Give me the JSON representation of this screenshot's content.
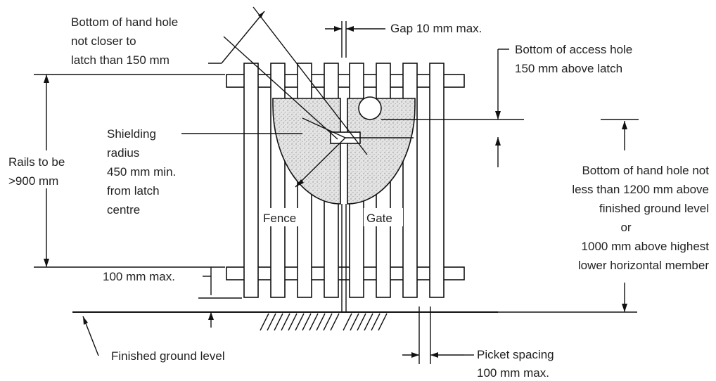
{
  "labels": {
    "hand_hole_latch_1": "Bottom of hand hole",
    "hand_hole_latch_2": "not closer to",
    "hand_hole_latch_3": "latch than 150 mm",
    "gap": "Gap 10 mm max.",
    "access_hole_1": "Bottom of access hole",
    "access_hole_2": "150 mm above latch",
    "shielding_1": "Shielding",
    "shielding_2": "radius",
    "shielding_3": "450 mm min.",
    "shielding_4": "from latch",
    "shielding_5": "centre",
    "rails_1": "Rails to be",
    "rails_2": ">900 mm",
    "fence": "Fence",
    "gate": "Gate",
    "hand_hole_ground_1": "Bottom of hand hole not",
    "hand_hole_ground_2": "less than 1200 mm above",
    "hand_hole_ground_3": "finished ground level",
    "hand_hole_ground_4": "or",
    "hand_hole_ground_5": "1000 mm above highest",
    "hand_hole_ground_6": "lower horizontal member",
    "bottom_gap": "100 mm max.",
    "ground_level": "Finished ground level",
    "picket_spacing_1": "Picket spacing",
    "picket_spacing_2": "100 mm max."
  },
  "colors": {
    "line": "#111111",
    "text": "#222222",
    "shield_fill": "#e2e2e2",
    "background": "#ffffff"
  }
}
